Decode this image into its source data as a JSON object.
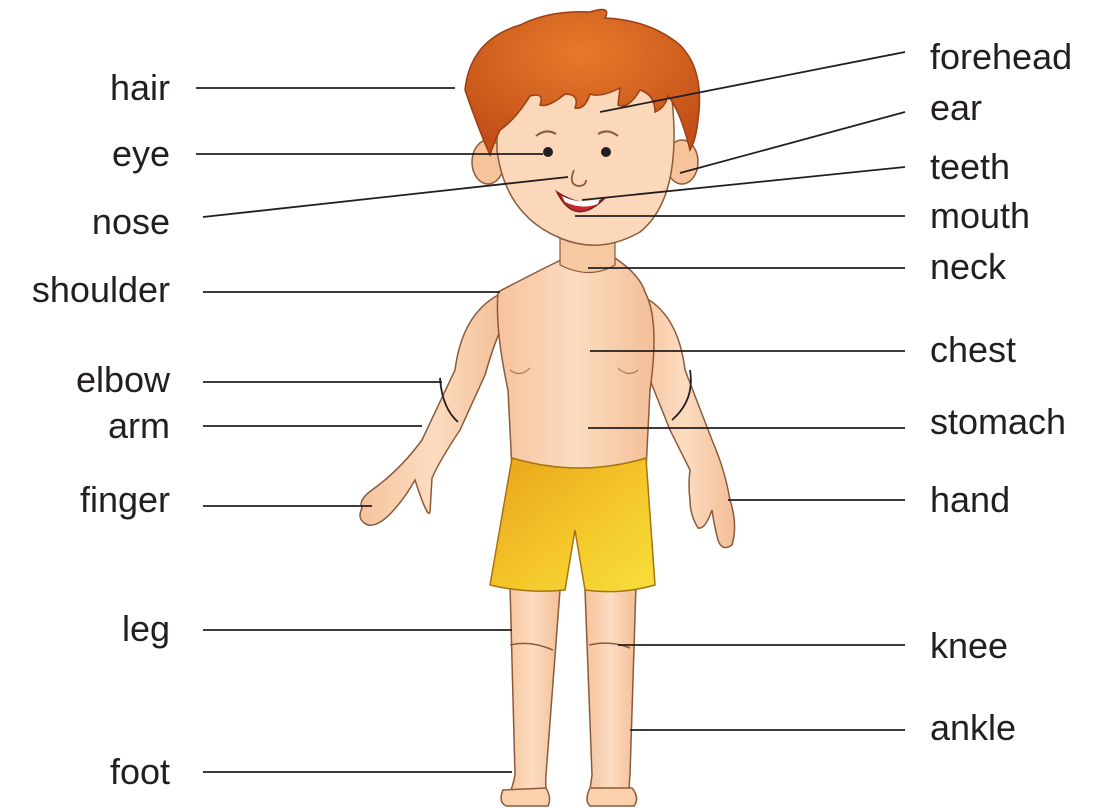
{
  "diagram": {
    "left_labels": [
      "hair",
      "eye",
      "nose",
      "shoulder",
      "elbow",
      "arm",
      "finger",
      "leg",
      "foot"
    ],
    "right_labels": [
      "forehead",
      "ear",
      "teeth",
      "mouth",
      "neck",
      "chest",
      "stomach",
      "hand",
      "knee",
      "ankle"
    ]
  },
  "colors": {
    "skin": "#fbd6b4",
    "skin_shadow": "#f0b98f",
    "outline": "#7a4a2e",
    "hair": "#d9651f",
    "hair_dark": "#b4471a",
    "shorts": "#f0b521",
    "shorts_light": "#f7d93a",
    "mouth": "#c8272d",
    "label_text": "#231f20",
    "leader_line": "#231f20"
  }
}
